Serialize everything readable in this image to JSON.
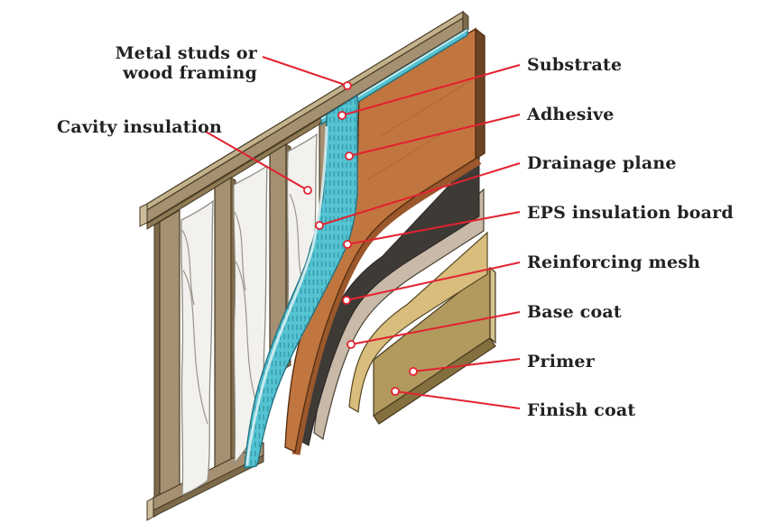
{
  "diagram": {
    "type": "wall-assembly-cutaway-illustration",
    "subject": "EIFS exterior wall layers, exploded isometric view",
    "labels_left": [
      {
        "id": "metal-studs",
        "text": "Metal studs or\nwood framing"
      },
      {
        "id": "cavity-insulation",
        "text": "Cavity insulation"
      }
    ],
    "labels_right": [
      {
        "id": "substrate",
        "text": "Substrate"
      },
      {
        "id": "adhesive",
        "text": "Adhesive"
      },
      {
        "id": "drainage-plane",
        "text": "Drainage plane"
      },
      {
        "id": "eps-insulation-board",
        "text": "EPS insulation board"
      },
      {
        "id": "reinforcing-mesh",
        "text": "Reinforcing mesh"
      },
      {
        "id": "base-coat",
        "text": "Base coat"
      },
      {
        "id": "primer",
        "text": "Primer"
      },
      {
        "id": "finish-coat",
        "text": "Finish coat"
      }
    ]
  },
  "palette": {
    "red": "#e32230",
    "text": "#222222",
    "wood": "#a69072",
    "woodDark": "#7d6a4b",
    "woodLight": "#c2b28c",
    "woodCap": "#cbbc9b",
    "woodPlate": "#8f7b55",
    "batt": "#f2f1ed",
    "teal": "#54c3d2",
    "tealDash": "#2f93a4",
    "tealLight": "#d8f0f2",
    "orange": "#c1763f",
    "orangeSide": "#9a582c",
    "orangeDarkSide": "#6b4426",
    "meshBlack": "#3e3a36",
    "taupe": "#c8b9a8",
    "gold": "#d8bd7d",
    "khaki": "#b29a5e",
    "khakiLight": "#d5c48f",
    "khakiDark": "#84703f",
    "white": "#ffffff"
  }
}
